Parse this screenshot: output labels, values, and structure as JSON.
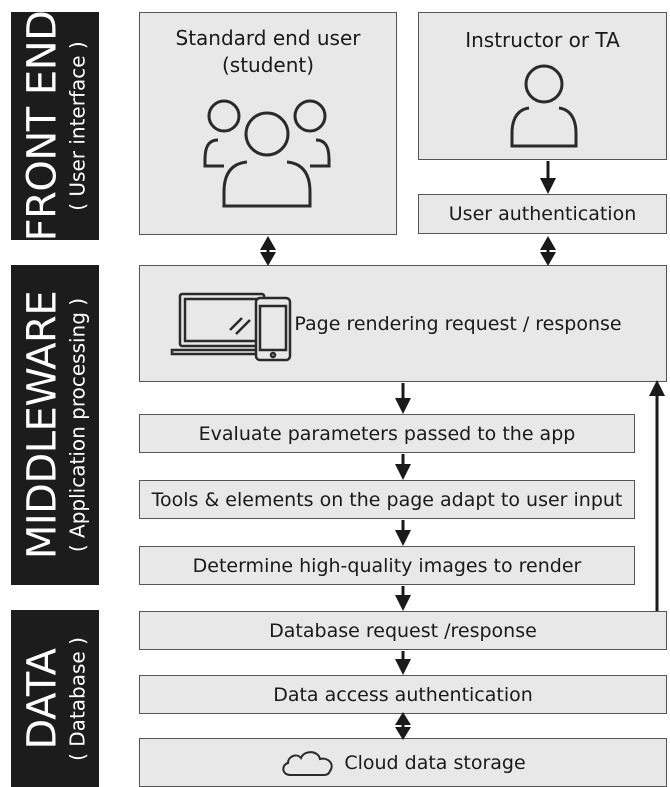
{
  "bands": {
    "front_end": {
      "title": "FRONT END",
      "subtitle": "( User interface )"
    },
    "middleware": {
      "title": "MIDDLEWARE",
      "subtitle": "( Application processing )"
    },
    "data": {
      "title": "DATA",
      "subtitle": "( Database )"
    }
  },
  "front_end": {
    "student": {
      "line1": "Standard end user",
      "line2": "(student)",
      "icon": "group-users-icon"
    },
    "instructor": {
      "label": "Instructor or TA",
      "icon": "single-user-icon"
    },
    "auth": "User authentication"
  },
  "middleware": {
    "page_rendering": {
      "label": "Page rendering request / response",
      "icon": "laptop-phone-icon"
    },
    "steps": [
      "Evaluate parameters passed to the app",
      "Tools & elements on the page adapt to user input",
      "Determine high-quality images to render"
    ]
  },
  "data": {
    "db_request": "Database request /response",
    "access_auth": "Data access authentication",
    "storage": {
      "label": "Cloud data storage",
      "icon": "cloud-icon"
    }
  },
  "colors": {
    "band": "#1c1c1c",
    "box_fill": "#e8e8e8",
    "box_border": "#555555",
    "arrow": "#1a1a1a"
  }
}
